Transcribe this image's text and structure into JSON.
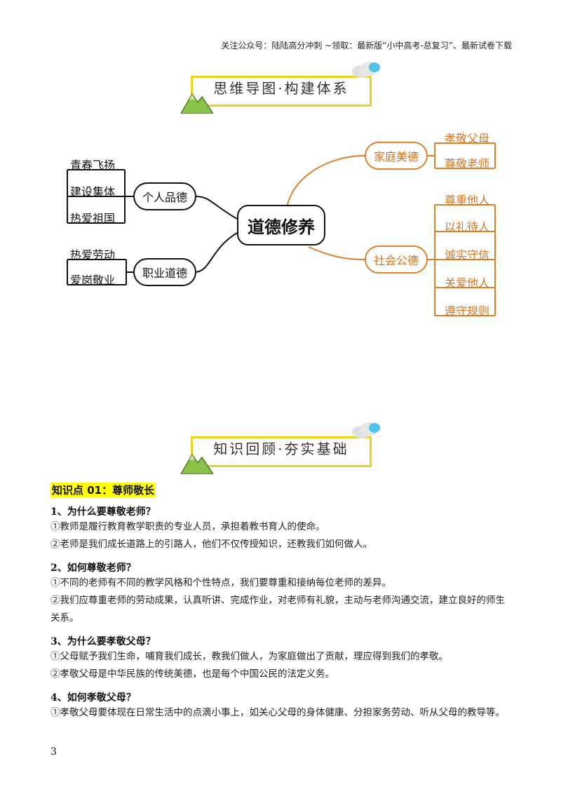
{
  "header_note": "关注公众号：陆陆高分冲刺 ~领取：最新版“小中高考-总复习”、最新试卷下载",
  "banner1": {
    "title": "思维导图·构建体系"
  },
  "banner2": {
    "title": "知识回顾·夯实基础"
  },
  "mindmap": {
    "center": "道德修养",
    "left_branches": [
      {
        "label": "个人品德",
        "leaves": [
          "青春飞扬",
          "建设集体",
          "热爱祖国"
        ]
      },
      {
        "label": "职业道德",
        "leaves": [
          "热爱劳动",
          "爱岗敬业"
        ]
      }
    ],
    "right_branches": [
      {
        "label": "家庭美德",
        "leaves": [
          "孝敬父母",
          "尊敬老师"
        ]
      },
      {
        "label": "社会公德",
        "leaves": [
          "尊重他人",
          "以礼待人",
          "诚实守信",
          "关爱他人",
          "遵守规则"
        ]
      }
    ],
    "colors": {
      "left": "#111111",
      "right": "#e0802a"
    }
  },
  "knowledge": {
    "title": "知识点 01：尊师敬长",
    "sections": [
      {
        "q": "1、为什么要尊敬老师？",
        "ps": [
          "①教师是履行教育教学职责的专业人员，承担着教书育人的使命。",
          "②老师是我们成长道路上的引路人，他们不仅传授知识，还教我们如何做人。"
        ]
      },
      {
        "q": "2、如何尊敬老师？",
        "ps": [
          "①不同的老师有不同的教学风格和个性特点，我们要尊重和接纳每位老师的差异。",
          "②我们应尊重老师的劳动成果，认真听讲、完成作业，对老师有礼貌，主动与老师沟通交流，建立良好的师生关系。"
        ]
      },
      {
        "q": "3、为什么要孝敬父母？",
        "ps": [
          "①父母赋予我们生命，哺育我们成长，教我们做人，为家庭做出了贡献，理应得到我们的孝敬。",
          "②孝敬父母是中华民族的传统美德，也是每个中国公民的法定义务。"
        ]
      },
      {
        "q": "4、如何孝敬父母？",
        "ps": [
          "①孝敬父母要体现在日常生活中的点滴小事上，如关心父母的身体健康、分担家务劳动、听从父母的教导等。"
        ]
      }
    ]
  },
  "page_number": "3"
}
